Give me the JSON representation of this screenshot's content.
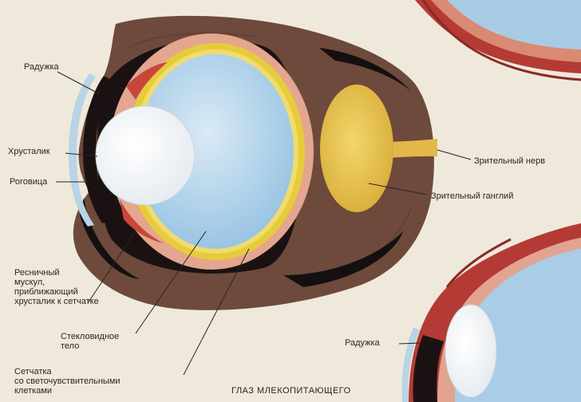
{
  "labels": {
    "iris_top": "Радужка",
    "lens": "Хрусталик",
    "cornea": "Роговица",
    "ciliary_muscle": "Ресничный\nмускул,\nприближающий\nхрусталик к сетчатке",
    "vitreous": "Стекловидное\nтело",
    "retina": "Сетчатка\nсо светочувствительными\nклетками",
    "optic_nerve": "Зрительный нерв",
    "optic_ganglion": "Зрительный ганглий",
    "iris_bottom": "Радужка"
  },
  "caption": "ГЛАЗ МЛЕКОПИТАЮЩЕГО",
  "colors": {
    "background": "#efe9dc",
    "socket": "#6e4a3c",
    "vitreous": "#a9cde6",
    "lens": "#f3f5f7",
    "ganglion": "#e7c44d",
    "retina_yellow": "#e6cc3a",
    "muscle_red": "#c8473a"
  }
}
